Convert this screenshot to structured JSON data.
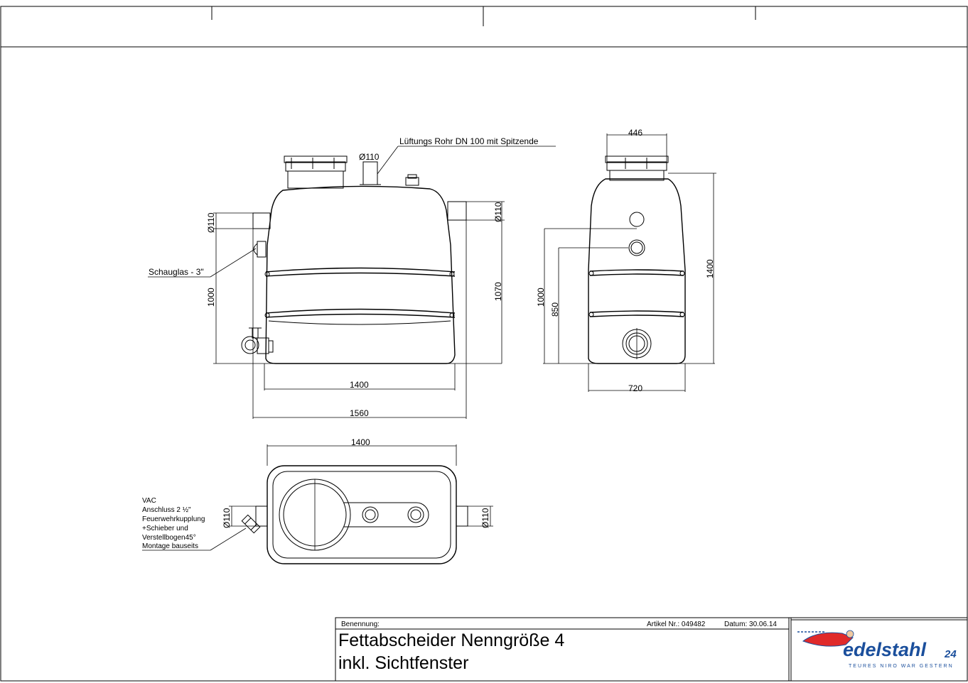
{
  "labels": {
    "vent_pipe": "Lüftungs Rohr DN 100  mit Spitzende",
    "vent_dia": "Ø110",
    "inlet_dia": "Ø110",
    "outlet_dia": "Ø110",
    "sight_glass": "Schauglas - 3\"",
    "side_h1": "1000",
    "side_h2": "1070",
    "side_w_inner": "1400",
    "side_w_outer": "1560",
    "front_top_w": "446",
    "front_h_total": "1400",
    "front_h_1000": "1000",
    "front_h_850": "850",
    "front_w": "720",
    "top_w": "1400",
    "top_inlet_dia": "Ø110",
    "top_outlet_dia": "Ø110",
    "vac_lines": [
      "VAC",
      "Anschluss 2 ½\"",
      "Feuerwehrkupplung",
      "+Schieber und",
      "Verstellbogen45°",
      "Montage bauseits"
    ]
  },
  "titleblock": {
    "designation_label": "Benennung:",
    "article_label": "Artikel Nr.: 049482",
    "date_label": "Datum: 30.06.14",
    "title_line1": "Fettabscheider Nenngröße 4",
    "title_line2": "inkl. Sichtfenster"
  },
  "logo": {
    "brand_main": "edelstahl",
    "brand_num": "24",
    "tagline": "TEURES NIRO WAR GESTERN",
    "color_blue": "#1b4f9c",
    "color_red": "#e02a2a"
  }
}
